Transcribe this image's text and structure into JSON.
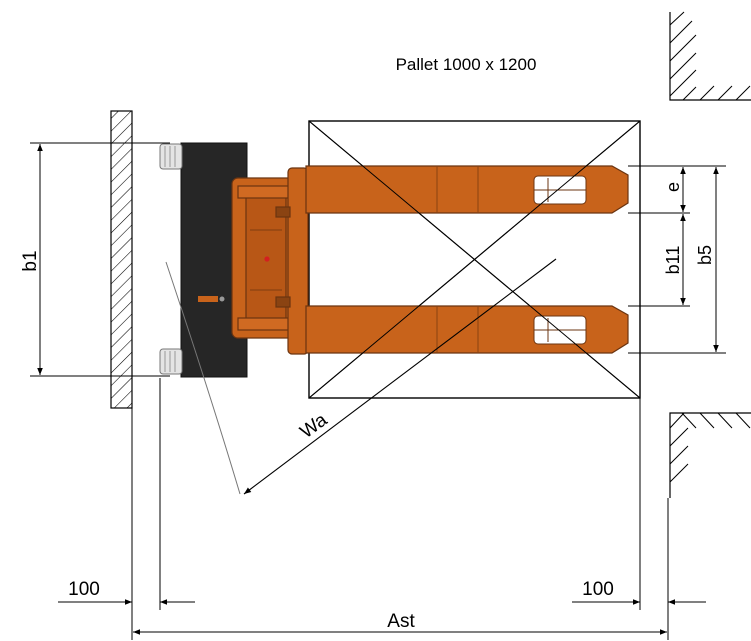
{
  "pallet": {
    "title": "Pallet 1000 x 1200"
  },
  "dimensions": {
    "b1": "b1",
    "e": "e",
    "b11": "b11",
    "b5": "b5",
    "wa": "Wa",
    "ast": "Ast",
    "left_clearance": "100",
    "right_clearance": "100"
  },
  "colors": {
    "forks": "#c8631b",
    "forks_edge": "#6b3410",
    "battery": "#262626",
    "line": "#000000",
    "dim_line": "#404040"
  }
}
